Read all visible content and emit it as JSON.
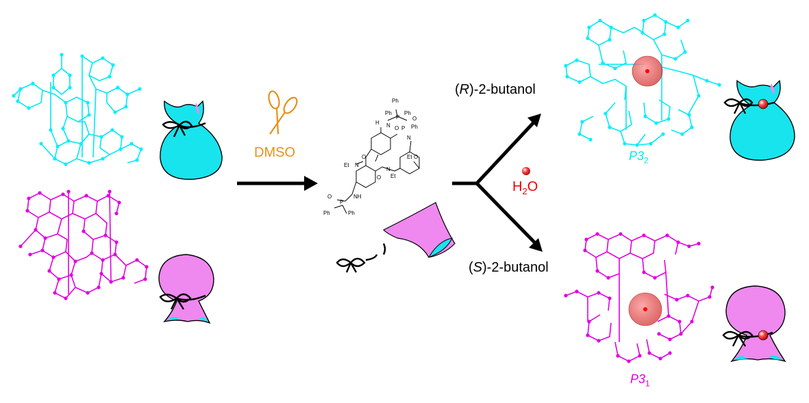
{
  "colors": {
    "cyan": "#00f0ff",
    "cyan_fill": "#18e4ee",
    "magenta": "#e000e0",
    "pink_fill": "#ef88ef",
    "dmso": "#e8901a",
    "water": "#ee0000",
    "arrow": "#000000"
  },
  "icons": {
    "scissors": "scissors-icon",
    "bow": "bow-ribbon-icon",
    "bag": "bag-icon",
    "sheet": "unwrapped-sheet-icon",
    "water_drop": "water-sphere-icon"
  },
  "reagent": {
    "solvent": "DMSO"
  },
  "molecule_labels": {
    "ph1": "Ph",
    "ph2": "Ph",
    "ph3": "Ph",
    "ph4": "Ph",
    "ph5": "Ph",
    "h1": "H",
    "o1": "O",
    "o2": "O",
    "o3": "O",
    "o4": "O",
    "o5": "O",
    "p1": "P",
    "p2": "P",
    "p3": "P",
    "n1": "N",
    "n2": "N",
    "n3": "N",
    "nh": "NH",
    "nph": "N",
    "et1": "Et",
    "et2": "Et",
    "et3": "Et"
  },
  "branches": {
    "upper": {
      "condition_prefix": "(",
      "condition_italic": "R",
      "condition_suffix": ")-2-butanol"
    },
    "lower": {
      "condition_prefix": "(",
      "condition_italic": "S",
      "condition_suffix": ")-2-butanol"
    },
    "additive_main": "H",
    "additive_sub": "2",
    "additive_tail": "O"
  },
  "products": {
    "top": {
      "label_main": "P3",
      "label_sub": "2"
    },
    "bottom": {
      "label_main": "P3",
      "label_sub": "1"
    }
  }
}
